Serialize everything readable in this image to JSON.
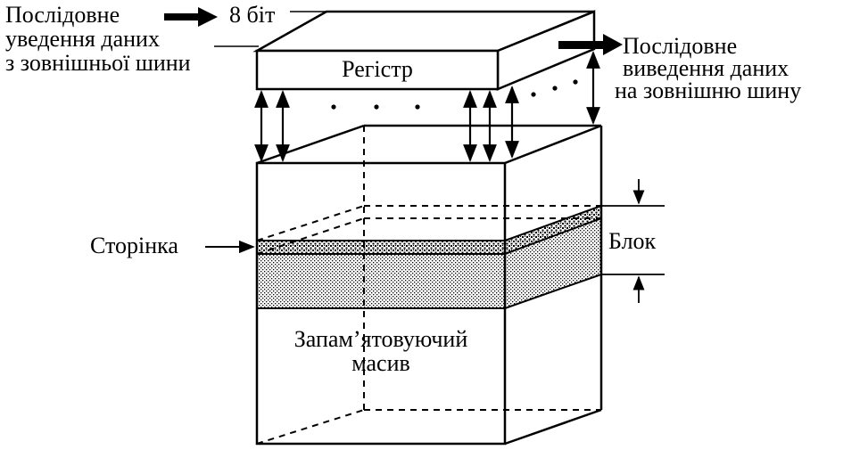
{
  "labels": {
    "serial_in": [
      "Послідовне",
      "уведення даних",
      "з зовнішньої шини"
    ],
    "bits": "8 біт",
    "register": "Регістр",
    "serial_out": [
      "Послідовне",
      "виведення даних",
      "на зовнішню шину"
    ],
    "page": "Сторінка",
    "block": "Блок",
    "memory_array": [
      "Запам’ятовуючий",
      "масив"
    ]
  },
  "colors": {
    "ink": "#000000",
    "background": "#ffffff",
    "block_fill": "#bdbdbd",
    "page_fill": "#555555"
  }
}
